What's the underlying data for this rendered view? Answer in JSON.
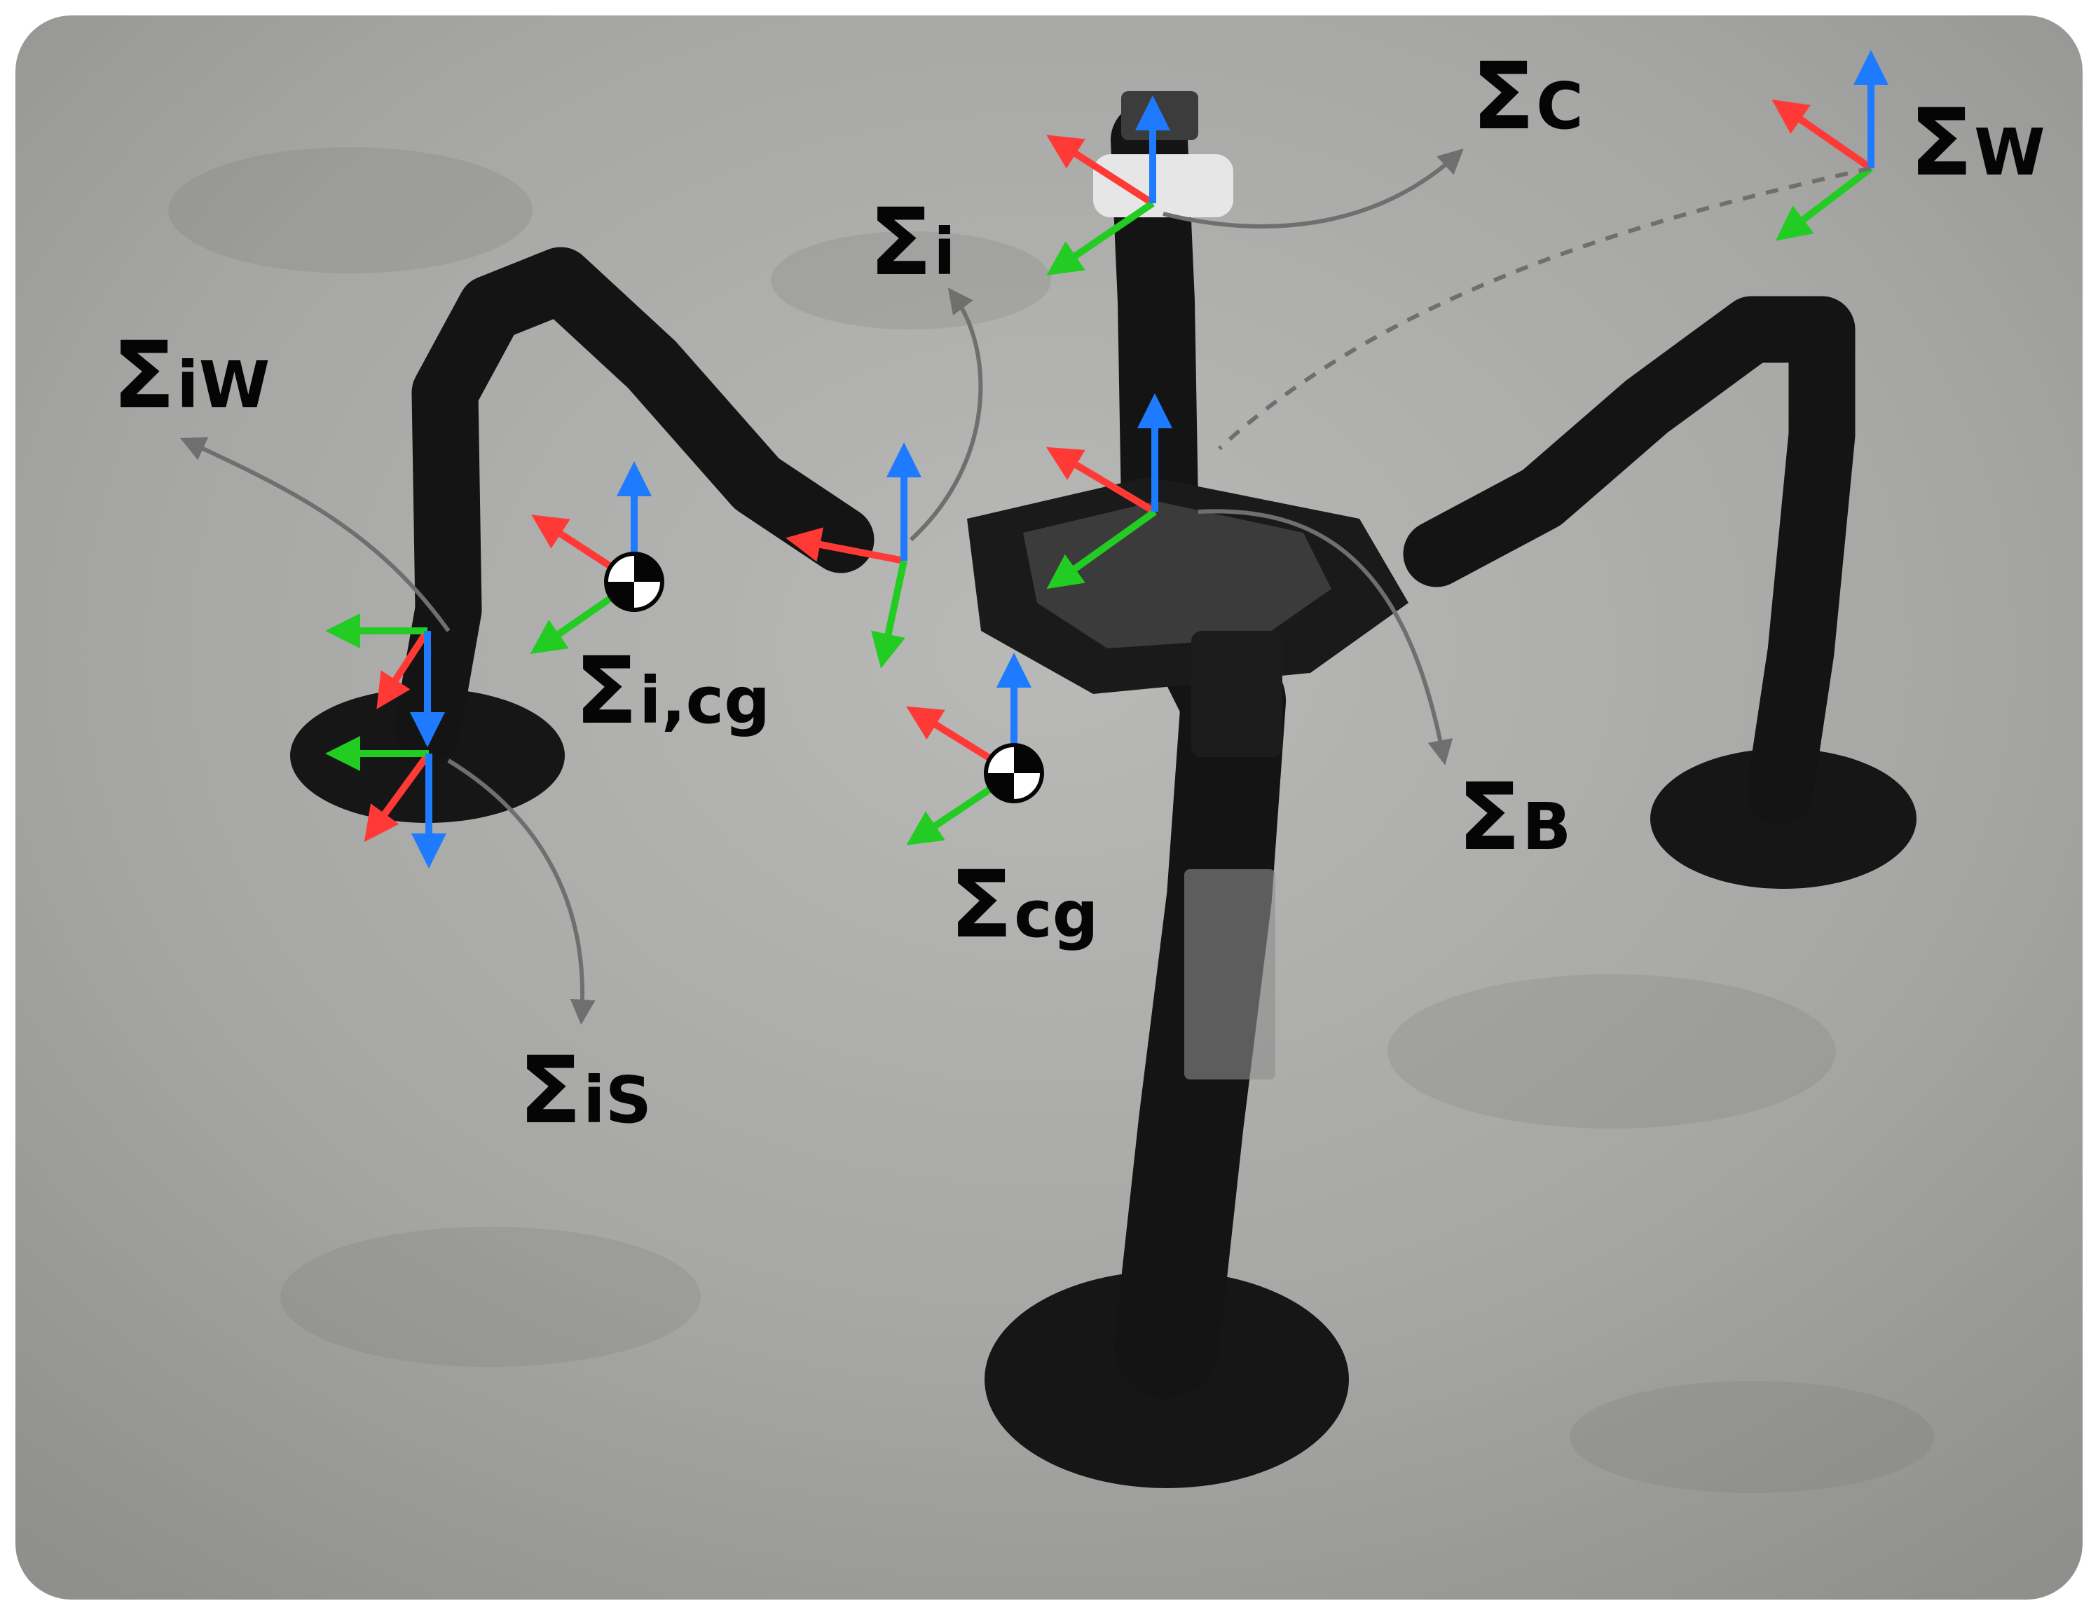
{
  "colors": {
    "axis_x": "#ff3a36",
    "axis_y": "#22cc22",
    "axis_z": "#1e7bff",
    "leader": "#6f6f6f",
    "label": "#050505",
    "floor": "#a9a9a9",
    "robot": "#141414"
  },
  "frames": [
    {
      "id": "C",
      "symbol": "Σ",
      "subscript": "C"
    },
    {
      "id": "W",
      "symbol": "Σ",
      "subscript": "W"
    },
    {
      "id": "i",
      "symbol": "Σ",
      "subscript": "i"
    },
    {
      "id": "iW",
      "symbol": "Σ",
      "subscript": "iW"
    },
    {
      "id": "icg",
      "symbol": "Σ",
      "subscript": "i,cg"
    },
    {
      "id": "cg",
      "symbol": "Σ",
      "subscript": "cg"
    },
    {
      "id": "B",
      "symbol": "Σ",
      "subscript": "B"
    },
    {
      "id": "iS",
      "symbol": "Σ",
      "subscript": "iS"
    }
  ],
  "icons": [
    "coordinate-frame-icon",
    "center-of-gravity-icon",
    "leader-arrow-icon"
  ]
}
